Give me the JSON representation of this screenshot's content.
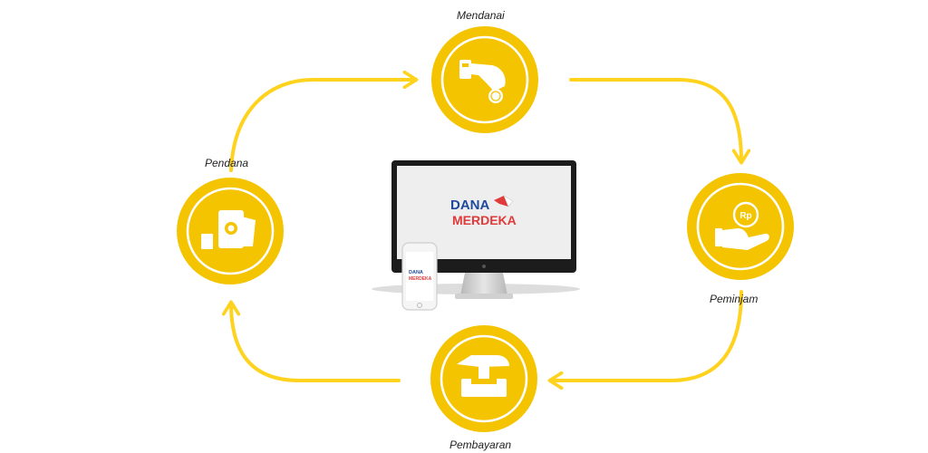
{
  "colors": {
    "accent": "#F5C400",
    "arrow": "#FFD21E",
    "icon_white": "#FFFFFF",
    "monitor_frame": "#1c1c1c",
    "screen_bg": "#eeeeee",
    "brand_blue": "#1f4a9c",
    "brand_red": "#e03a3a"
  },
  "nodes": {
    "top": {
      "label": "Mendanai",
      "icon": "card-hand-coin-icon"
    },
    "left": {
      "label": "Pendana",
      "icon": "money-stack-icon"
    },
    "right": {
      "label": "Peminjam",
      "icon": "hand-receive-rupiah-icon"
    },
    "bottom": {
      "label": "Pembayaran",
      "icon": "hand-deposit-box-icon"
    }
  },
  "brand": {
    "line1": "DANA",
    "line2": "MERDEKA"
  },
  "coin_text": "Rp"
}
